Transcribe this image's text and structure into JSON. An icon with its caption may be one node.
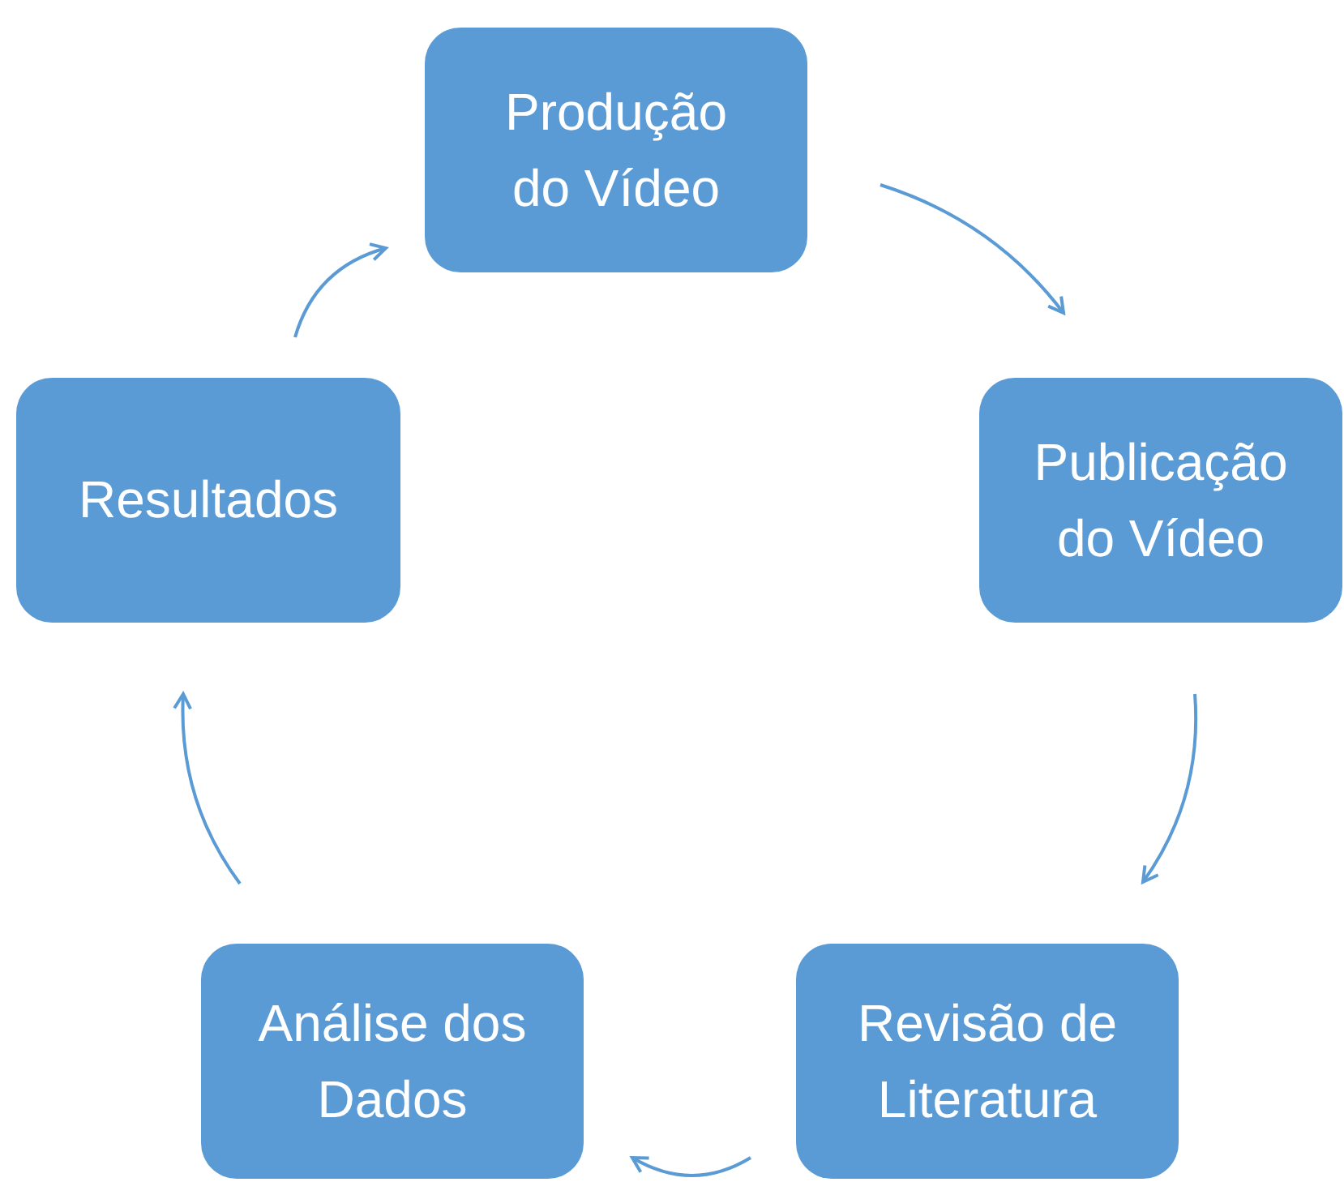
{
  "diagram": {
    "nodes": [
      {
        "text": [
          "Produção do Vídeo"
        ]
      },
      {
        "text": [
          "Publicação do Vídeo"
        ]
      },
      {
        "text": [
          "Revisão de Literatura"
        ]
      },
      {
        "text": [
          "Análise dos Dados"
        ]
      },
      {
        "text": [
          "Resultados"
        ]
      }
    ],
    "edges": [
      {
        "from": 0,
        "to": 1,
        "arrow": "to"
      },
      {
        "from": 1,
        "to": 2,
        "arrow": "to"
      },
      {
        "from": 2,
        "to": 3,
        "arrow": "to"
      },
      {
        "from": 3,
        "to": 4,
        "arrow": "to"
      },
      {
        "from": 4,
        "to": 0,
        "arrow": "to"
      }
    ]
  }
}
